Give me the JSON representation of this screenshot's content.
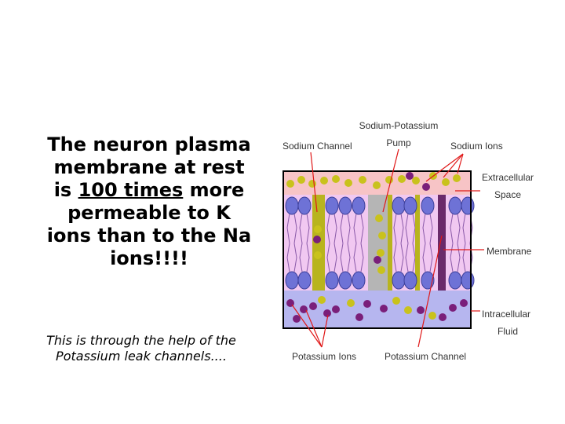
{
  "main_text": {
    "line1": "The neuron plasma",
    "line2": "membrane at rest",
    "line3_pre": "is ",
    "line3_emph": "100 times",
    "line3_post": " more",
    "line4": "permeable to K",
    "line5": "ions than to the Na",
    "line6": "ions!!!!"
  },
  "sub_text": {
    "line1": "This is through the help of the",
    "line2": "Potassium leak channels...."
  },
  "diagram": {
    "labels": {
      "sodium_potassium_pump_1": "Sodium-Potassium",
      "sodium_potassium_pump_2": "Pump",
      "sodium_channel": "Sodium Channel",
      "sodium_ions": "Sodium Ions",
      "extracellular_1": "Extracellular",
      "extracellular_2": "Space",
      "membrane": "Membrane",
      "intracellular_1": "Intracellular",
      "intracellular_2": "Fluid",
      "potassium_ions": "Potassium Ions",
      "potassium_channel": "Potassium Channel"
    },
    "colors": {
      "extracellular": "#f7c4c6",
      "membrane_bg": "#f1c8f1",
      "intracellular": "#b6b6ef",
      "phospholipid_head": "#6e72d6",
      "sodium_ion": "#c9c21c",
      "potassium_ion": "#7a1f7a",
      "channel_gray": "#b5b5b5",
      "channel_olive": "#b8b41e",
      "channel_purple": "#6a2a6a",
      "pointer_line": "#e01818"
    }
  }
}
